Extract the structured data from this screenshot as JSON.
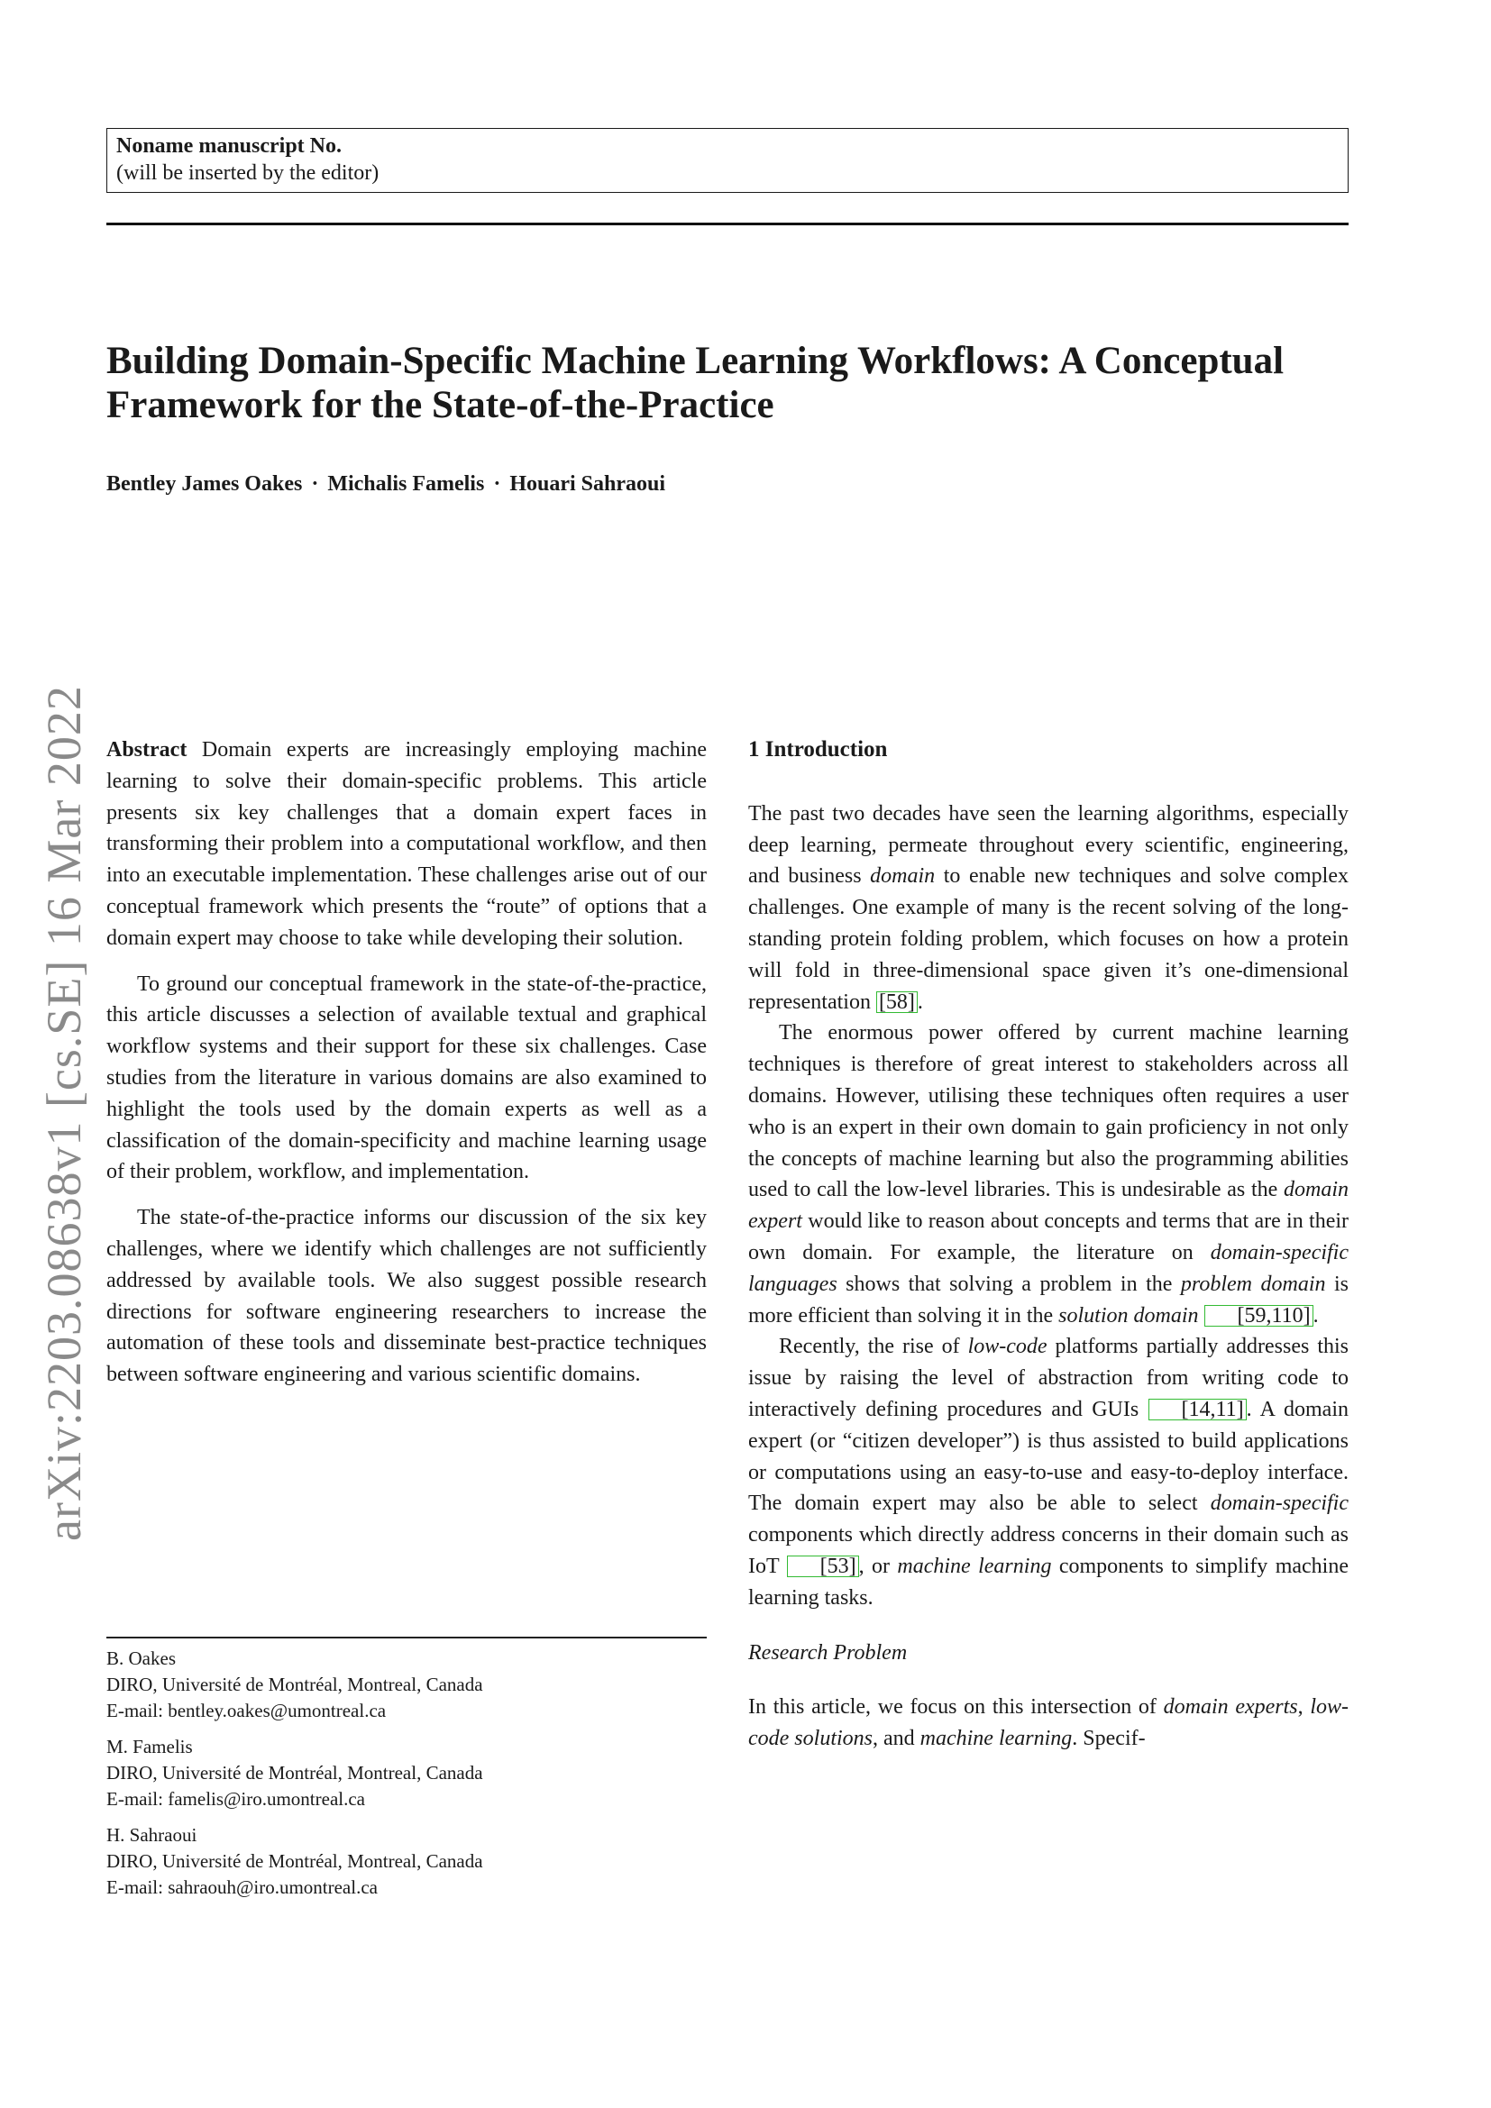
{
  "header": {
    "manuscript_label": "Noname manuscript No.",
    "editor_note": "(will be inserted by the editor)"
  },
  "title": "Building Domain-Specific Machine Learning Workflows: A Conceptual Framework for the State-of-the-Practice",
  "authors": [
    "Bentley James Oakes",
    "Michalis Famelis",
    "Houari Sahraoui"
  ],
  "author_separator": "·",
  "arxiv_id": "arXiv:2203.08638v1  [cs.SE]  16 Mar 2022",
  "abstract": {
    "label": "Abstract",
    "p1": "Domain experts are increasingly employing machine learning to solve their domain-specific problems. This article presents six key challenges that a domain expert faces in transforming their problem into a computational workflow, and then into an executable implementation. These challenges arise out of our conceptual framework which presents the “route” of options that a domain expert may choose to take while developing their solution.",
    "p2": "To ground our conceptual framework in the state-of-the-practice, this article discusses a selection of available textual and graphical workflow systems and their support for these six challenges. Case studies from the literature in various domains are also examined to highlight the tools used by the domain experts as well as a classification of the domain-specificity and machine learning usage of their problem, workflow, and implementation.",
    "p3": "The state-of-the-practice informs our discussion of the six key challenges, where we identify which challenges are not sufficiently addressed by available tools. We also suggest possible research directions for software engineering researchers to increase the automation of these tools and disseminate best-practice techniques between software engineering and various scientific domains."
  },
  "affiliations": [
    {
      "name": "B. Oakes",
      "inst": "DIRO, Université de Montréal, Montreal, Canada",
      "email": "E-mail: bentley.oakes@umontreal.ca"
    },
    {
      "name": "M. Famelis",
      "inst": "DIRO, Université de Montréal, Montreal, Canada",
      "email": "E-mail: famelis@iro.umontreal.ca"
    },
    {
      "name": "H. Sahraoui",
      "inst": "DIRO, Université de Montréal, Montreal, Canada",
      "email": "E-mail: sahraouh@iro.umontreal.ca"
    }
  ],
  "intro": {
    "heading": "1 Introduction",
    "p1_a": "The past two decades have seen the learning algorithms, especially deep learning, permeate throughout every scientific, engineering, and business ",
    "p1_em": "domain",
    "p1_b": " to enable new techniques and solve complex challenges. One example of many is the recent solving of the long-standing protein folding problem, which focuses on how a protein will fold in three-dimensional space given it’s one-dimensional representation ",
    "p1_cite": "[58]",
    "p1_end": ".",
    "p2_a": "The enormous power offered by current machine learning techniques is therefore of great interest to stakeholders across all domains. However, utilising these techniques often requires a user who is an expert in their own domain to gain proficiency in not only the concepts of machine learning but also the programming abilities used to call the low-level libraries. This is undesirable as the ",
    "p2_em1": "domain expert",
    "p2_b": " would like to reason about concepts and terms that are in their own domain. For example, the literature on ",
    "p2_em2": "domain-specific languages",
    "p2_c": " shows that solving a problem in the ",
    "p2_em3": "problem domain",
    "p2_d": " is more efficient than solving it in the ",
    "p2_em4": "solution domain",
    "p2_cite_open": "[",
    "p2_cite1": "59",
    "p2_cite_comma": ",",
    "p2_cite2": "110",
    "p2_cite_close": "]",
    "p2_end": ".",
    "p3_a": "Recently, the rise of ",
    "p3_em1": "low-code",
    "p3_b": " platforms partially addresses this issue by raising the level of abstraction from writing code to interactively defining procedures and GUIs ",
    "p3_cite_open": "[",
    "p3_cite1": "14",
    "p3_cite_comma": ",",
    "p3_cite2": "11",
    "p3_cite_close": "]",
    "p3_c": ". A domain expert (or “citizen developer”) is thus assisted to build applications or computations using an easy-to-use and easy-to-deploy interface. The domain expert may also be able to select ",
    "p3_em2": "domain-specific",
    "p3_d": " components which directly address concerns in their domain such as IoT ",
    "p3_cite3": "[53]",
    "p3_e": ", or ",
    "p3_em3": "machine learning",
    "p3_f": " components to simplify machine learning tasks.",
    "subheading": "Research Problem",
    "p4_a": "In this article, we focus on this intersection of ",
    "p4_em1": "domain experts",
    "p4_b": ", ",
    "p4_em2": "low-code solutions",
    "p4_c": ", and ",
    "p4_em3": "machine learning",
    "p4_d": ". Specif-"
  }
}
